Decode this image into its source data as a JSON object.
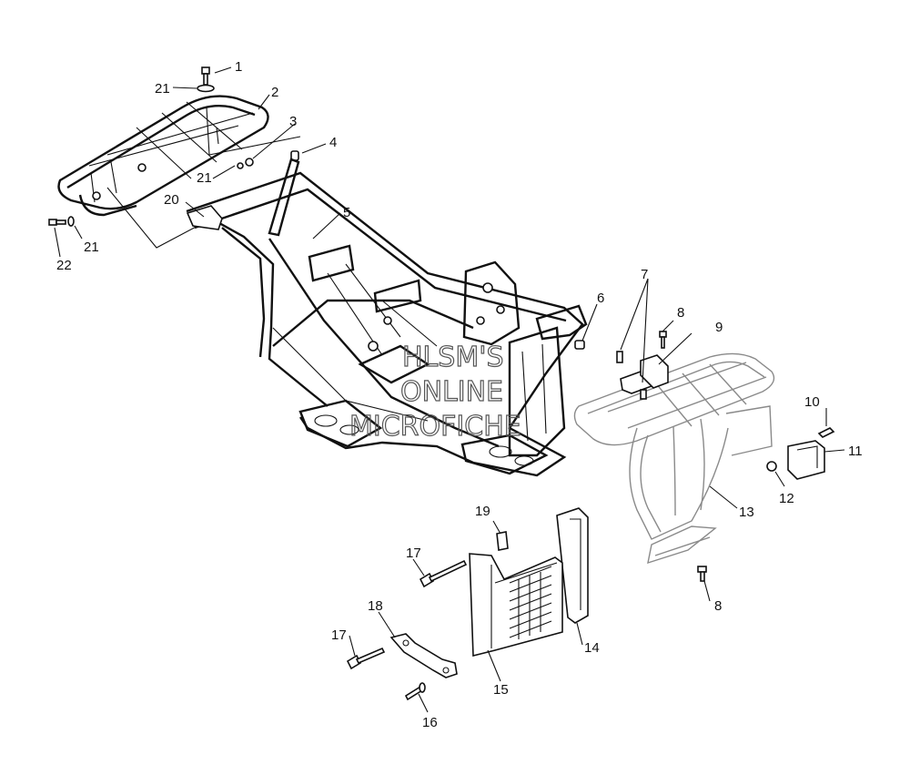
{
  "diagram": {
    "callouts": [
      "1",
      "2",
      "3",
      "4",
      "5",
      "6",
      "7",
      "8",
      "8",
      "9",
      "10",
      "11",
      "12",
      "13",
      "14",
      "15",
      "16",
      "17",
      "17",
      "18",
      "19",
      "20",
      "21",
      "21",
      "21",
      "22"
    ],
    "watermark": [
      "HLSM'S",
      "ONLINE",
      "MICROFICHE"
    ]
  }
}
